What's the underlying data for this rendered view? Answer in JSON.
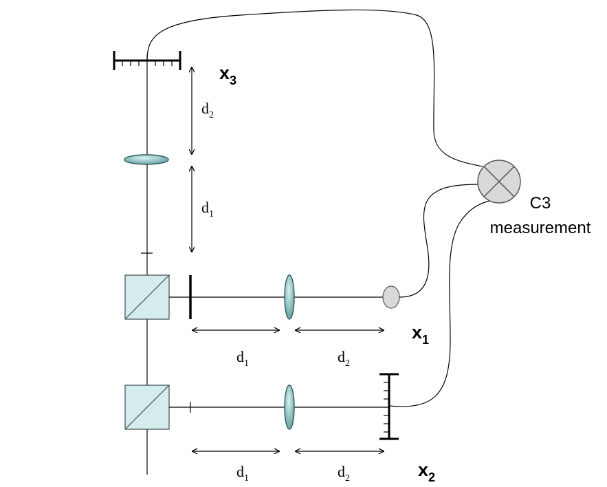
{
  "labels": {
    "x3": {
      "main": "x",
      "sub": "3"
    },
    "x1": {
      "main": "x",
      "sub": "1"
    },
    "x2": {
      "main": "x",
      "sub": "2"
    },
    "d2_vertical": {
      "main": "d",
      "sub": "2"
    },
    "d1_vertical": {
      "main": "d",
      "sub": "1"
    },
    "d1_arm1": {
      "main": "d",
      "sub": "1"
    },
    "d2_arm1": {
      "main": "d",
      "sub": "2"
    },
    "d1_arm2": {
      "main": "d",
      "sub": "1"
    },
    "d2_arm2": {
      "main": "d",
      "sub": "2"
    },
    "measurement_line1": "C3",
    "measurement_line2": "measurement"
  },
  "colors": {
    "lens_light": "#d8f2f2",
    "lens_dark": "#5e9c9c",
    "cube_fill": "#d4ecec",
    "detector_fill": "#d9d9d9",
    "mixer_fill": "#d9d9d9"
  },
  "icons": {
    "mixer": "circle-cross-icon",
    "detector": "detector-icon",
    "beam_splitter": "beam-splitter-icon"
  }
}
